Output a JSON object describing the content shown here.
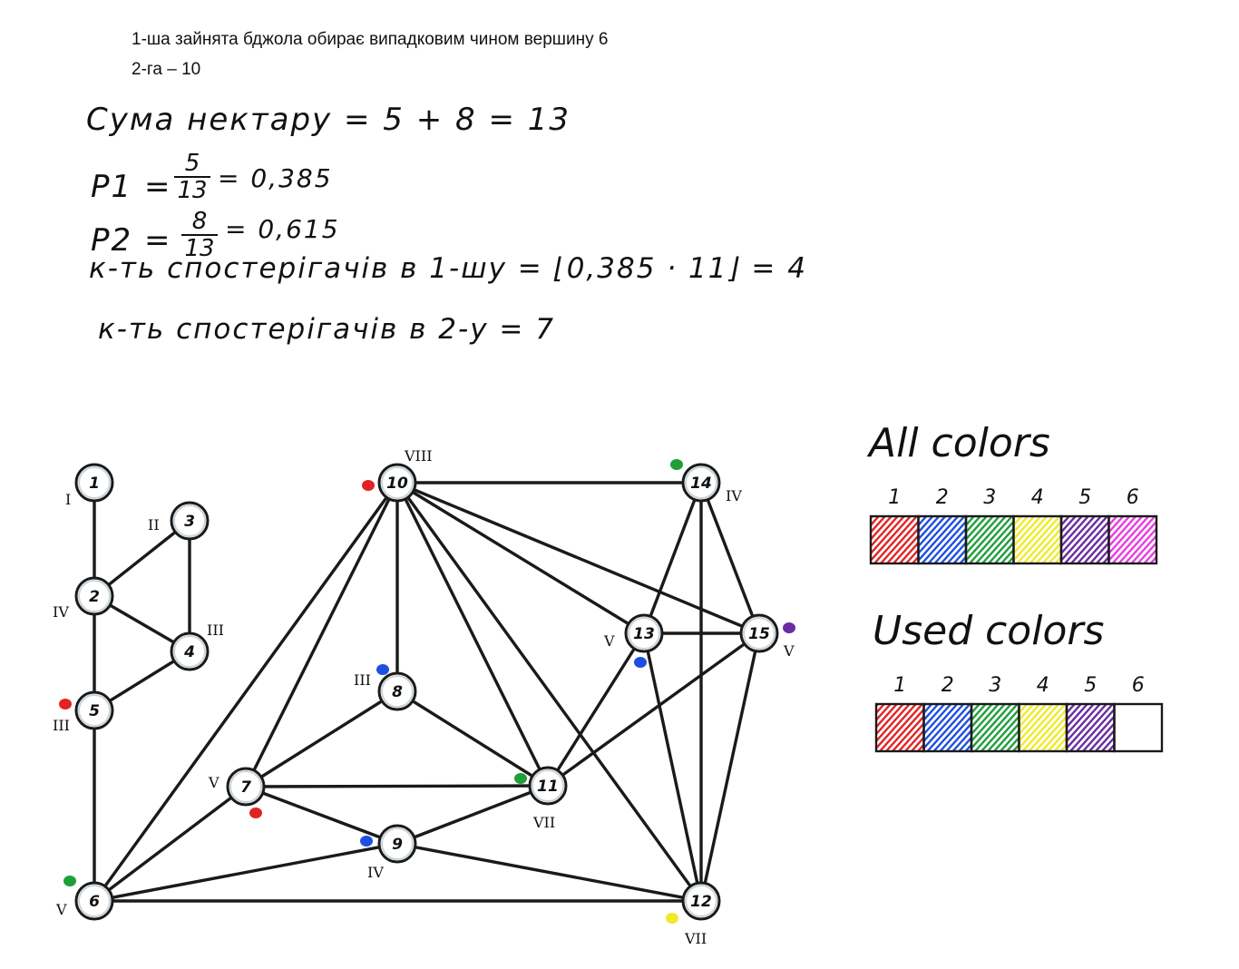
{
  "typed": {
    "line1": "1-ша зайнята бджола обирає випадковим чином вершину 6",
    "line2": "2-га – 10"
  },
  "handwritten": {
    "sum": "Сума нектару = 5 + 8 = 13",
    "p1_label": "P1 =",
    "p1_num": "5",
    "p1_den": "13",
    "p1_value": "= 0,385",
    "p2_label": "P2 =",
    "p2_num": "8",
    "p2_den": "13",
    "p2_value": "= 0,615",
    "obs1": "к-ть спостерігачів в 1-шу = ⌊0,385 · 11⌋ = 4",
    "obs2": "к-ть спостерігачів в 2-у = 7"
  },
  "graph": {
    "nodes": [
      {
        "id": "1",
        "roman": "I"
      },
      {
        "id": "2",
        "roman": "IV"
      },
      {
        "id": "3",
        "roman": "II"
      },
      {
        "id": "4",
        "roman": "III"
      },
      {
        "id": "5",
        "roman": "III"
      },
      {
        "id": "6",
        "roman": "V"
      },
      {
        "id": "7",
        "roman": "V"
      },
      {
        "id": "8",
        "roman": "III"
      },
      {
        "id": "9",
        "roman": "IV"
      },
      {
        "id": "10",
        "roman": "VIII"
      },
      {
        "id": "11",
        "roman": "VII"
      },
      {
        "id": "12",
        "roman": "VII"
      },
      {
        "id": "13",
        "roman": "V"
      },
      {
        "id": "14",
        "roman": "IV"
      },
      {
        "id": "15",
        "roman": "V"
      }
    ],
    "edges": [
      [
        "1",
        "2"
      ],
      [
        "2",
        "3"
      ],
      [
        "3",
        "4"
      ],
      [
        "2",
        "4"
      ],
      [
        "2",
        "5"
      ],
      [
        "4",
        "5"
      ],
      [
        "5",
        "6"
      ],
      [
        "6",
        "7"
      ],
      [
        "6",
        "9"
      ],
      [
        "6",
        "10"
      ],
      [
        "6",
        "12"
      ],
      [
        "7",
        "8"
      ],
      [
        "7",
        "9"
      ],
      [
        "7",
        "10"
      ],
      [
        "7",
        "11"
      ],
      [
        "8",
        "10"
      ],
      [
        "8",
        "11"
      ],
      [
        "9",
        "11"
      ],
      [
        "9",
        "12"
      ],
      [
        "10",
        "11"
      ],
      [
        "10",
        "12"
      ],
      [
        "10",
        "13"
      ],
      [
        "10",
        "14"
      ],
      [
        "10",
        "15"
      ],
      [
        "11",
        "13"
      ],
      [
        "11",
        "15"
      ],
      [
        "12",
        "13"
      ],
      [
        "12",
        "14"
      ],
      [
        "12",
        "15"
      ],
      [
        "13",
        "14"
      ],
      [
        "13",
        "15"
      ],
      [
        "14",
        "15"
      ]
    ],
    "colors": {
      "red": "#e02424",
      "blue": "#1e4fe0",
      "green": "#1f9e3a",
      "yellow": "#f0ea2a",
      "purple": "#6a2ca0",
      "magenta": "#e83ce0"
    }
  },
  "legend": {
    "all_title": "All colors",
    "used_title": "Used colors",
    "all_numbers": [
      "1",
      "2",
      "3",
      "4",
      "5",
      "6"
    ],
    "used_numbers": [
      "1",
      "2",
      "3",
      "4",
      "5",
      "6"
    ],
    "all_colors": [
      "#e02424",
      "#1e4fe0",
      "#1f9e3a",
      "#f0ea2a",
      "#6a2ca0",
      "#e83ce0"
    ],
    "used_colors": [
      "#e02424",
      "#1e4fe0",
      "#1f9e3a",
      "#f0ea2a",
      "#6a2ca0",
      ""
    ]
  }
}
